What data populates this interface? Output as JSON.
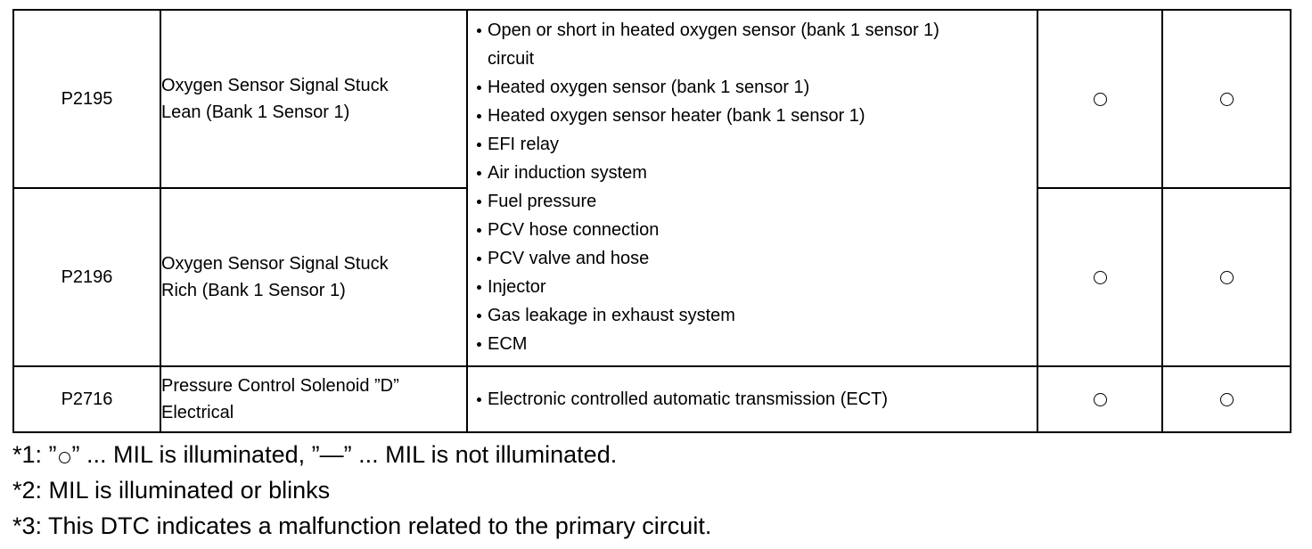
{
  "rows": [
    {
      "code": "P2195",
      "name_line1": "Oxygen Sensor Signal Stuck",
      "name_line2": "Lean (Bank 1 Sensor 1)",
      "mark1": "circle",
      "mark2": "circle"
    },
    {
      "code": "P2196",
      "name_line1": "Oxygen Sensor Signal Stuck",
      "name_line2": "Rich (Bank 1 Sensor 1)",
      "mark1": "circle",
      "mark2": "circle"
    },
    {
      "code": "P2716",
      "name_line1": "Pressure Control Solenoid ”D”",
      "name_line2": "Electrical",
      "area": "Electronic controlled automatic transmission (ECT)",
      "mark1": "circle",
      "mark2": "circle"
    }
  ],
  "shared_areas": [
    "Open or short in heated oxygen sensor (bank 1 sensor 1)",
    "circuit",
    "Heated oxygen sensor (bank 1 sensor 1)",
    "Heated oxygen sensor heater (bank 1 sensor 1)",
    "EFI relay",
    "Air induction system",
    "Fuel pressure",
    "PCV hose connection",
    "PCV valve and hose",
    "Injector",
    "Gas leakage in exhaust system",
    "ECM"
  ],
  "footnotes": {
    "fn1_prefix": "*1: ”",
    "fn1_suffix": "” ... MIL is illuminated, ”—” ... MIL is not illuminated.",
    "fn2": "*2: MIL is illuminated or blinks",
    "fn3": "*3: This DTC indicates a malfunction related to the primary circuit."
  }
}
